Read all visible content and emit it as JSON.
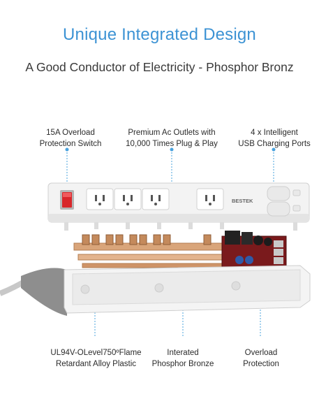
{
  "header": {
    "title": "Unique Integrated Design",
    "subtitle": "A Good Conductor of Electricity - Phosphor Bronz"
  },
  "product": {
    "brand": "BESTEK"
  },
  "callouts_top": {
    "overload_switch": "15A Overload\nProtection Switch",
    "ac_outlets": "Premium Ac Outlets with\n10,000 Times Plug & Play",
    "usb_ports": "4 x Intelligent\nUSB Charging Ports"
  },
  "callouts_bottom": {
    "alloy_plastic": "UL94V-OLevel750ºFlame\nRetardant Alloy Plastic",
    "phosphor_bronze": "Interated\nPhosphor Bronze",
    "overload_protection": "Overload\nProtection"
  },
  "colors": {
    "title": "#3d93d4",
    "leader_line": "#4aa3de",
    "switch": "#d8262a",
    "circuit_board": "#7a1a1c",
    "bronze": "#d9a57a",
    "cord": "#8e8e8e"
  }
}
